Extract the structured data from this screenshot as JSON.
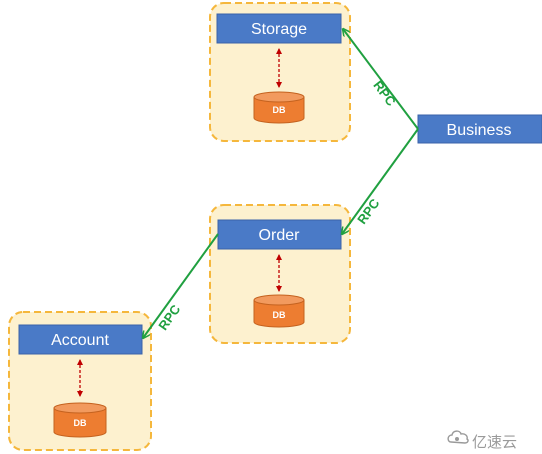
{
  "services": {
    "storage": "Storage",
    "business": "Business",
    "order": "Order",
    "account": "Account"
  },
  "databases": {
    "storage_db": "DB",
    "order_db": "DB",
    "account_db": "DB"
  },
  "connections": {
    "business_storage": "RPC",
    "business_order": "RPC",
    "order_account": "RPC"
  },
  "watermark": {
    "text": "亿速云",
    "icon": "cloud-logo-icon"
  },
  "colors": {
    "service_box": "#4a7ac7",
    "container_fill": "#fdf1cf",
    "container_border": "#f5b73c",
    "database": "#ed7d31",
    "rpc_line": "#20a040",
    "db_link": "#c00000"
  }
}
